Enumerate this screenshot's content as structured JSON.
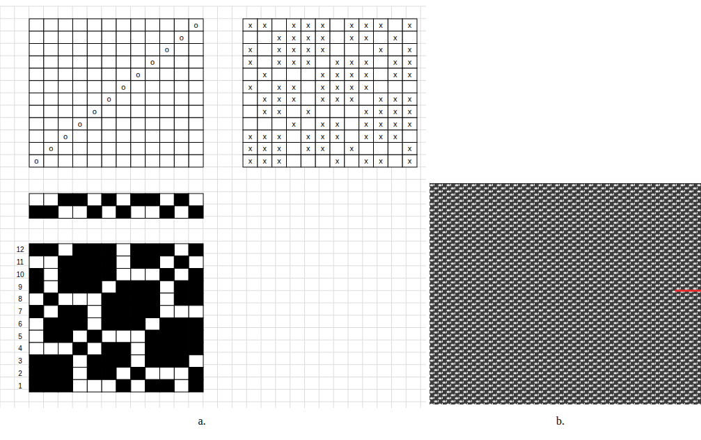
{
  "diagram": {
    "labels": [
      "o",
      "o",
      "o",
      "o",
      "o",
      "o",
      "o",
      "o",
      "o",
      "o",
      "o",
      "o",
      "x",
      "x",
      "x",
      "x",
      "x",
      "x",
      "x",
      "x",
      "x",
      "x",
      "x",
      "x",
      "x",
      "x",
      "x",
      "x",
      "x",
      "x",
      "x",
      "x",
      "x",
      "x",
      "x",
      "x",
      "x",
      "x",
      "x",
      "x",
      "x",
      "x",
      "x",
      "x",
      "x",
      "x",
      "x",
      "x",
      "x",
      "x",
      "x",
      "x",
      "x",
      "x",
      "x",
      "x",
      "x",
      "x",
      "x",
      "x",
      "x",
      "x",
      "x",
      "x",
      "x",
      "x",
      "x",
      "x",
      "x",
      "x",
      "x",
      "x",
      "x",
      "x",
      "x",
      "x",
      "x",
      "x",
      "x",
      "x",
      "x",
      "x",
      "x",
      "x",
      "x",
      "x",
      "x",
      "x",
      "x",
      "x",
      "x",
      "x",
      "x",
      "x",
      "x",
      "x",
      "x",
      "x",
      "x",
      "x",
      "x",
      "x",
      "x",
      "x",
      "12",
      "11",
      "10",
      "9",
      "8",
      "7",
      "6",
      "5",
      "4",
      "3",
      "2",
      "1",
      "a.",
      "b."
    ]
  }
}
